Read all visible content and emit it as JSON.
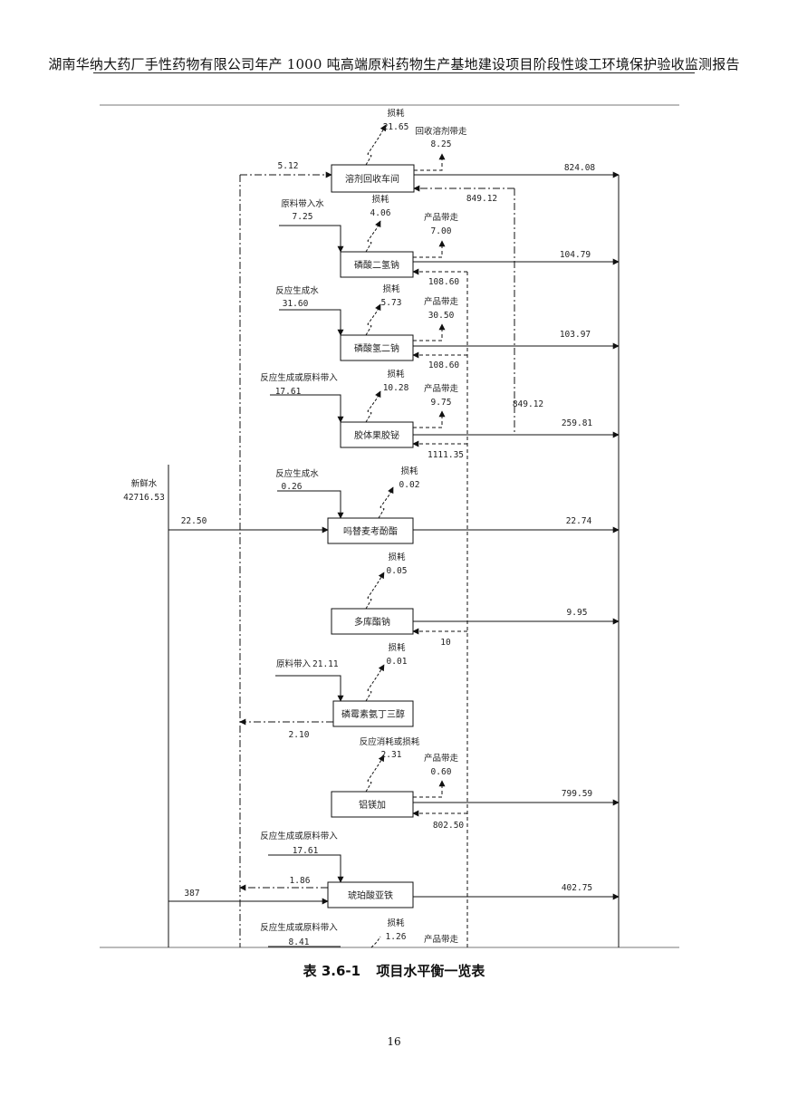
{
  "header": {
    "title": "湖南华纳大药厂手性药物有限公司年产 1000 吨高端原料药物生产基地建设项目阶段性竣工环境保护验收监测报告"
  },
  "caption": {
    "label": "表 3.6-1",
    "text": "项目水平衡一览表"
  },
  "page_number": "16",
  "fresh_water": {
    "label": "新鲜水",
    "value": "42716.53"
  },
  "units": {
    "solvent": {
      "name": "溶剂回收车间",
      "loss_label": "损耗",
      "loss": "21.65",
      "carry_label": "回收溶剂带走",
      "carry": "8.25",
      "in_value": "5.12",
      "out_value": "824.08",
      "return_value": "849.12"
    },
    "dsp": {
      "name": "磷酸二氢钠",
      "in_label": "原料带入水",
      "in_value": "7.25",
      "loss_label": "损耗",
      "loss": "4.06",
      "carry_label": "产品带走",
      "carry": "7.00",
      "out_value": "104.79",
      "return_value": "108.60"
    },
    "dhp": {
      "name": "磷酸氢二钠",
      "in_label": "反应生成水",
      "in_value": "31.60",
      "loss_label": "损耗",
      "loss": "5.73",
      "carry_label": "产品带走",
      "carry": "30.50",
      "out_value": "103.97",
      "return_value": "108.60"
    },
    "colloid": {
      "name": "胶体果胶铋",
      "in_label": "反应生成或原料带入",
      "in_value": "17.61",
      "loss_label": "损耗",
      "loss": "10.28",
      "carry_label": "产品带走",
      "carry": "9.75",
      "out_value": "259.81",
      "return_value": "1111.35",
      "side_value": "849.12"
    },
    "mycophenolate": {
      "name": "吗替麦考酚酯",
      "in_label": "反应生成水",
      "in_value": "0.26",
      "loss_label": "损耗",
      "loss": "0.02",
      "fresh_in": "22.50",
      "out_value": "22.74"
    },
    "docusate": {
      "name": "多库酯钠",
      "loss_label": "损耗",
      "loss": "0.05",
      "out_value": "9.95",
      "return_value": "10"
    },
    "fosfomycin": {
      "name": "磷霉素氨丁三醇",
      "in_label": "原料带入",
      "in_value": "21.11",
      "loss_label": "损耗",
      "loss": "0.01",
      "out_value": "2.10"
    },
    "magaldrate": {
      "name": "铝镁加",
      "loss_label": "反应消耗或损耗",
      "loss": "2.31",
      "carry_label": "产品带走",
      "carry": "0.60",
      "out_value": "799.59",
      "return_value": "802.50"
    },
    "ferrous": {
      "name": "琥珀酸亚铁",
      "in_label": "反应生成或原料带入",
      "in_value": "17.61",
      "fresh_in": "387",
      "out_value": "402.75",
      "recycle_value": "1.86"
    },
    "last": {
      "in_label": "反应生成或原料带入",
      "in_value": "8.41",
      "loss_label": "损耗",
      "loss": "1.26",
      "carry_label": "产品带走"
    }
  }
}
